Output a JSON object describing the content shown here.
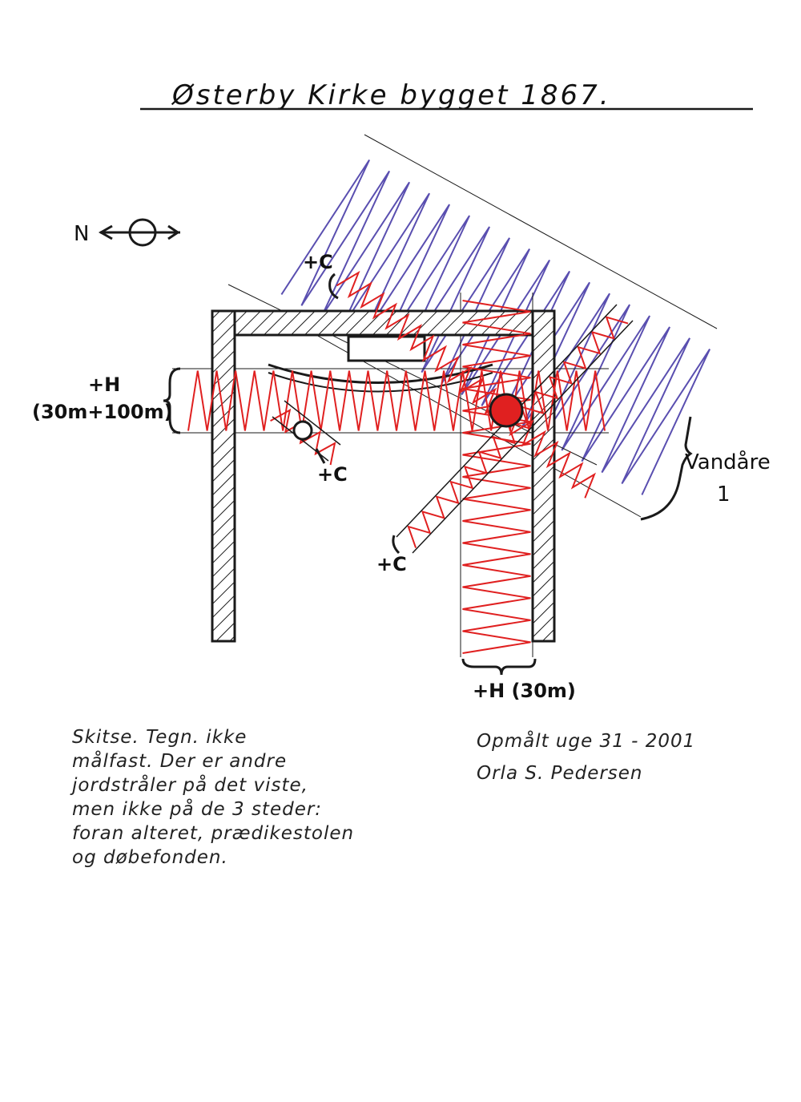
{
  "title": "Østerby Kirke bygget 1867.",
  "compass": {
    "north_label": "N"
  },
  "labels": {
    "c_top": "+C",
    "c_left": "+C",
    "c_mid": "+C",
    "h_left_line1": "+H",
    "h_left_line2": "(30m+100m)",
    "h_bottom": "+H (30m)",
    "water_line1": "Vandåre",
    "water_line2": "1"
  },
  "notes": {
    "left_lines": [
      "Skitse. Tegn. ikke",
      "målfast. Der er andre",
      "jordstråler på det viste,",
      "men ikke på de 3 steder:",
      "foran alteret, prædikestolen",
      "og døbefonden."
    ],
    "right_lines": [
      "Opmålt uge 31 - 2001",
      "Orla S. Pedersen"
    ]
  },
  "colors": {
    "ink": "#1a1a1a",
    "red": "#e02020",
    "blue": "#5a4fb0"
  },
  "icons": {
    "compass": "compass-arrow-icon"
  }
}
